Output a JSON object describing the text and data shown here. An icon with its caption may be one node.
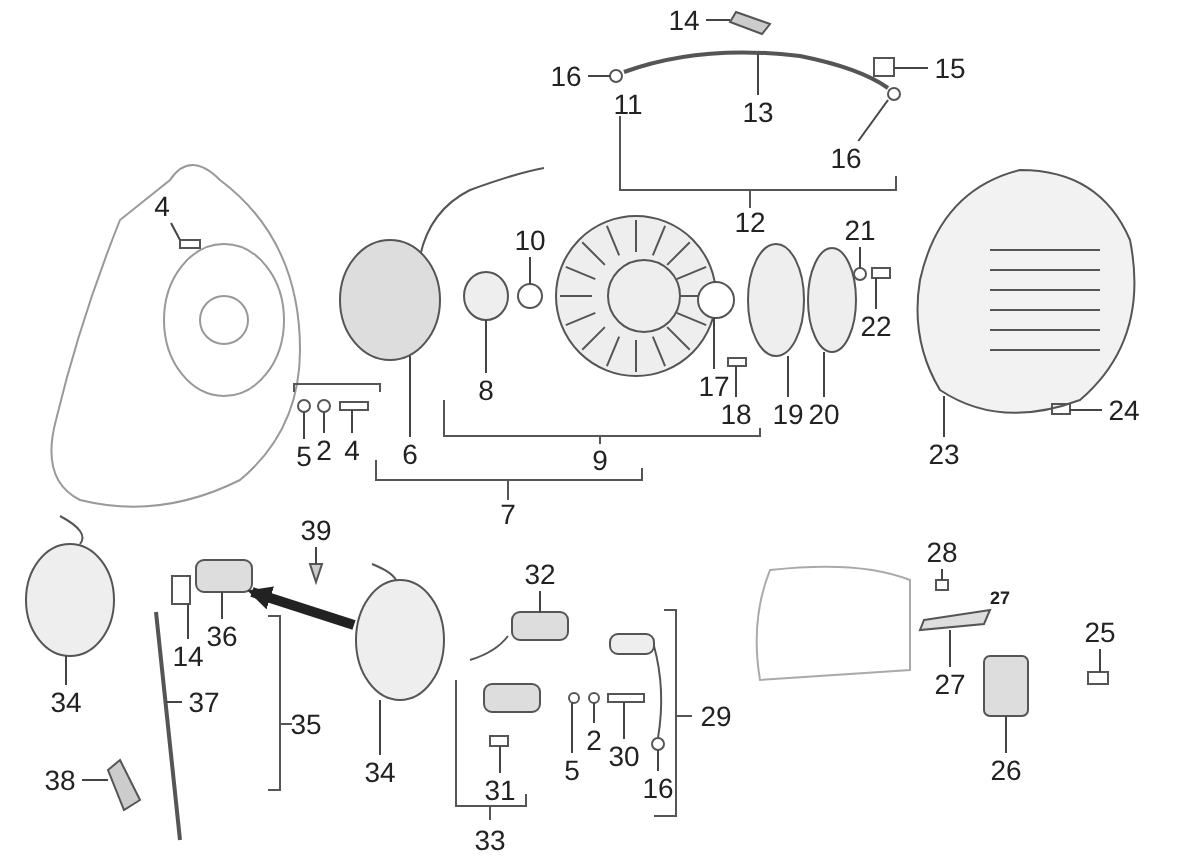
{
  "diagram": {
    "nodes": [
      {
        "text": [
          "14"
        ]
      },
      {
        "text": [
          "16"
        ]
      },
      {
        "text": [
          "15"
        ]
      },
      {
        "text": [
          "13"
        ]
      },
      {
        "text": [
          "16"
        ]
      },
      {
        "text": [
          "4"
        ]
      },
      {
        "text": [
          "10"
        ]
      },
      {
        "text": [
          "21"
        ]
      },
      {
        "text": [
          "22"
        ]
      },
      {
        "text": [
          "8"
        ]
      },
      {
        "text": [
          "17"
        ]
      },
      {
        "text": [
          "18"
        ]
      },
      {
        "text": [
          "19"
        ]
      },
      {
        "text": [
          "20"
        ]
      },
      {
        "text": [
          "23"
        ]
      },
      {
        "text": [
          "24"
        ]
      },
      {
        "text": [
          "5"
        ]
      },
      {
        "text": [
          "2"
        ]
      },
      {
        "text": [
          "4"
        ]
      },
      {
        "text": [
          "6"
        ]
      },
      {
        "text": [
          "39"
        ]
      },
      {
        "text": [
          "32"
        ]
      },
      {
        "text": [
          "28"
        ]
      },
      {
        "text": [
          "36"
        ]
      },
      {
        "text": [
          "14"
        ]
      },
      {
        "text": [
          "25"
        ]
      },
      {
        "text": [
          "34"
        ]
      },
      {
        "text": [
          "37"
        ]
      },
      {
        "text": [
          "27"
        ]
      },
      {
        "text": [
          "38"
        ]
      },
      {
        "text": [
          "34"
        ]
      },
      {
        "text": [
          "31"
        ]
      },
      {
        "text": [
          "5"
        ]
      },
      {
        "text": [
          "2"
        ]
      },
      {
        "text": [
          "30"
        ]
      },
      {
        "text": [
          "16"
        ]
      },
      {
        "text": [
          "26"
        ]
      },
      {
        "text": [],
        "shape": "picture"
      },
      {
        "text": [],
        "shape": "circle"
      },
      {
        "text": [],
        "shape": "box"
      },
      {
        "text": [],
        "shape": "picture"
      },
      {
        "text": [],
        "shape": "circle"
      },
      {
        "text": [],
        "shape": "box"
      },
      {
        "text": [],
        "shape": "circle"
      },
      {
        "text": [],
        "shape": "circle"
      },
      {
        "text": [],
        "shape": "box"
      },
      {
        "text": [],
        "shape": "circle"
      },
      {
        "text": [],
        "shape": "circle"
      },
      {
        "text": [],
        "shape": "box"
      },
      {
        "text": [],
        "shape": "circle"
      },
      {
        "text": [],
        "shape": "circle"
      },
      {
        "text": [],
        "shape": "picture"
      },
      {
        "text": [],
        "shape": "box"
      },
      {
        "text": [],
        "shape": "circle"
      },
      {
        "text": [],
        "shape": "circle"
      },
      {
        "text": [],
        "shape": "box"
      },
      {
        "text": [],
        "shape": "circle"
      },
      {
        "text": [],
        "shape": "picture"
      },
      {
        "text": [],
        "shape": "box"
      },
      {
        "text": [],
        "shape": "box"
      },
      {
        "text": [],
        "shape": "box"
      },
      {
        "text": [],
        "shape": "box"
      },
      {
        "text": [],
        "shape": "box"
      },
      {
        "text": [],
        "shape": "circle"
      },
      {
        "text": [],
        "shape": "picture"
      },
      {
        "text": [],
        "shape": "picture"
      },
      {
        "text": [],
        "shape": "picture"
      },
      {
        "text": [],
        "shape": "circle"
      },
      {
        "text": [],
        "shape": "box"
      },
      {
        "text": [],
        "shape": "circle"
      },
      {
        "text": [],
        "shape": "circle"
      },
      {
        "text": [],
        "shape": "box"
      },
      {
        "text": [],
        "shape": "circle"
      },
      {
        "text": [],
        "shape": "box"
      }
    ],
    "edges": [
      {
        "from": 0,
        "to": 37,
        "arrow": "none"
      },
      {
        "from": 1,
        "to": 38,
        "arrow": "none"
      },
      {
        "from": 2,
        "to": 39,
        "arrow": "none"
      },
      {
        "from": 3,
        "to": 40,
        "arrow": "none"
      },
      {
        "from": 4,
        "to": 41,
        "arrow": "none"
      },
      {
        "from": 5,
        "to": 42,
        "arrow": "none"
      },
      {
        "from": 6,
        "to": 43,
        "arrow": "none"
      },
      {
        "from": 7,
        "to": 44,
        "arrow": "none"
      },
      {
        "from": 8,
        "to": 45,
        "arrow": "none"
      },
      {
        "from": 9,
        "to": 46,
        "arrow": "none"
      },
      {
        "from": 10,
        "to": 47,
        "arrow": "none"
      },
      {
        "from": 11,
        "to": 48,
        "arrow": "none"
      },
      {
        "from": 12,
        "to": 49,
        "arrow": "none"
      },
      {
        "from": 13,
        "to": 50,
        "arrow": "none"
      },
      {
        "from": 14,
        "to": 51,
        "arrow": "none"
      },
      {
        "from": 15,
        "to": 52,
        "arrow": "none"
      },
      {
        "from": 16,
        "to": 53,
        "arrow": "none"
      },
      {
        "from": 17,
        "to": 54,
        "arrow": "none"
      },
      {
        "from": 18,
        "to": 55,
        "arrow": "none"
      },
      {
        "from": 19,
        "to": 56,
        "arrow": "none"
      },
      {
        "from": 20,
        "to": 57,
        "arrow": "none"
      },
      {
        "from": 21,
        "to": 58,
        "arrow": "none"
      },
      {
        "from": 22,
        "to": 59,
        "arrow": "none"
      },
      {
        "from": 23,
        "to": 60,
        "arrow": "none"
      },
      {
        "from": 24,
        "to": 61,
        "arrow": "none"
      },
      {
        "from": 25,
        "to": 62,
        "arrow": "none"
      },
      {
        "from": 26,
        "to": 63,
        "arrow": "none"
      },
      {
        "from": 27,
        "to": 64,
        "arrow": "none"
      },
      {
        "from": 28,
        "to": 65,
        "arrow": "none"
      },
      {
        "from": 29,
        "to": 66,
        "arrow": "none"
      },
      {
        "from": 30,
        "to": 67,
        "arrow": "none"
      },
      {
        "from": 31,
        "to": 68,
        "arrow": "none"
      },
      {
        "from": 32,
        "to": 69,
        "arrow": "none"
      },
      {
        "from": 33,
        "to": 70,
        "arrow": "none"
      },
      {
        "from": 34,
        "to": 71,
        "arrow": "none"
      },
      {
        "from": 35,
        "to": 72,
        "arrow": "none"
      },
      {
        "from": 36,
        "to": 73,
        "arrow": "none"
      },
      {
        "from": 67,
        "to": 60,
        "arrow": "to",
        "style": "thick"
      }
    ],
    "labels": [
      "11",
      "12",
      "9",
      "7",
      "27",
      "35",
      "29",
      "33"
    ]
  }
}
